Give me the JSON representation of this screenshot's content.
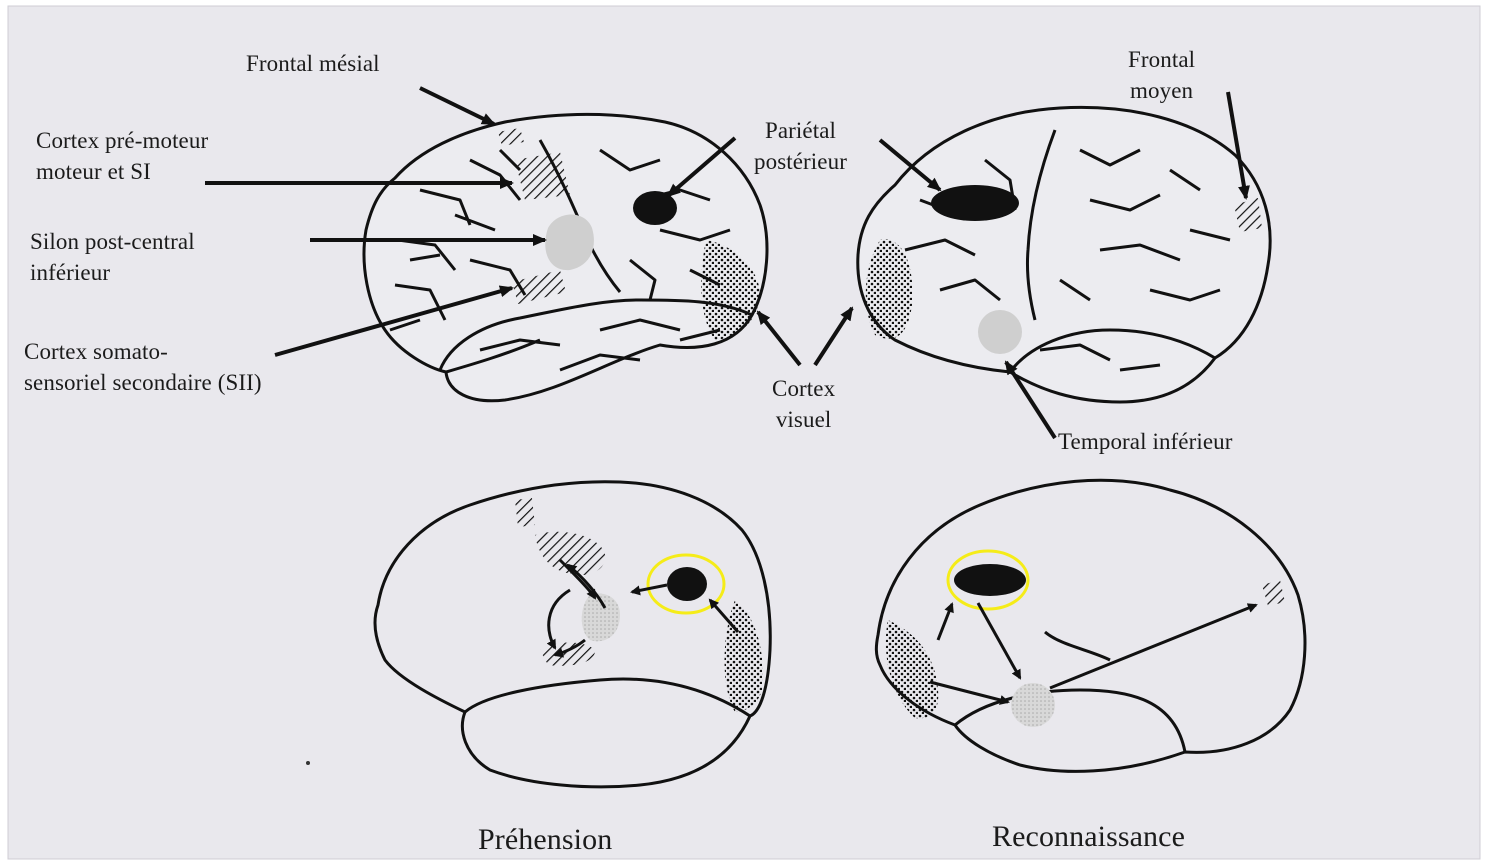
{
  "figure": {
    "top_labels": {
      "frontal_mesial": "Frontal mésial",
      "cortex_premoteur": "Cortex pré-moteur\nmoteur et SI",
      "sillon_post_central": "Silon post-central\ninférieur",
      "cortex_somato": "Cortex somato-\nsensoriel secondaire (SII)",
      "parietal_posterieur": "Pariétal\npostérieur",
      "cortex_visuel": "Cortex\nvisuel",
      "frontal_moyen": "Frontal\nmoyen",
      "temporal_inferieur": "Temporal inférieur"
    },
    "captions": {
      "left": "Préhension",
      "right": "Reconnaissance"
    },
    "colors": {
      "paper": "#e9e8ed",
      "ink": "#111111",
      "highlight": "#f5ec18",
      "gray_region": "#cfcfcf"
    }
  }
}
